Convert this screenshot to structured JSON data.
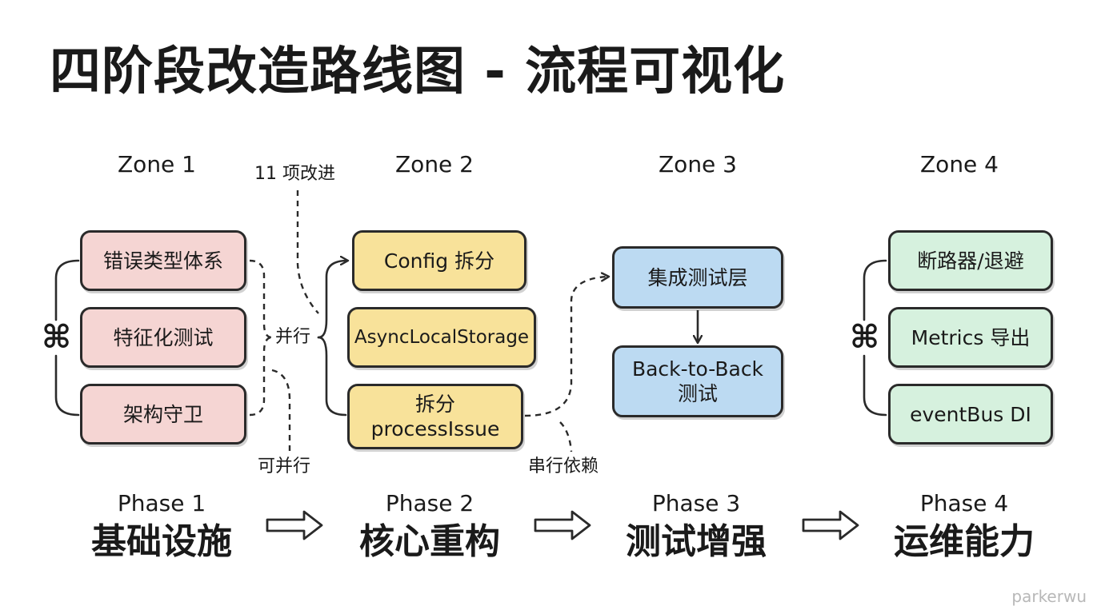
{
  "title": "四阶段改造路线图 - 流程可视化",
  "zones": [
    {
      "label": "Zone 1",
      "phase": "Phase 1",
      "name": "基础设施",
      "items": [
        "错误类型体系",
        "特征化测试",
        "架构守卫"
      ]
    },
    {
      "label": "Zone 2",
      "phase": "Phase 2",
      "name": "核心重构",
      "items": [
        "Config 拆分",
        "AsyncLocalStorage",
        "拆分",
        "processIssue"
      ]
    },
    {
      "label": "Zone 3",
      "phase": "Phase 3",
      "name": "测试增强",
      "items": [
        "集成测试层",
        "Back-to-Back",
        "测试"
      ]
    },
    {
      "label": "Zone 4",
      "phase": "Phase 4",
      "name": "运维能力",
      "items": [
        "断路器/退避",
        "Metrics 导出",
        "eventBus DI"
      ]
    }
  ],
  "annotations": {
    "improvements": "11 项改进",
    "parallel": "并行",
    "can_parallel": "可并行",
    "serial_dependency": "串行依赖"
  },
  "group_symbol": "⌘",
  "watermark": "parkerwu",
  "colors": {
    "zone1": "#f5d5d3",
    "zone2": "#f8e29a",
    "zone3": "#bcdaf2",
    "zone4": "#d6f1de",
    "stroke": "#2a2a2a"
  }
}
